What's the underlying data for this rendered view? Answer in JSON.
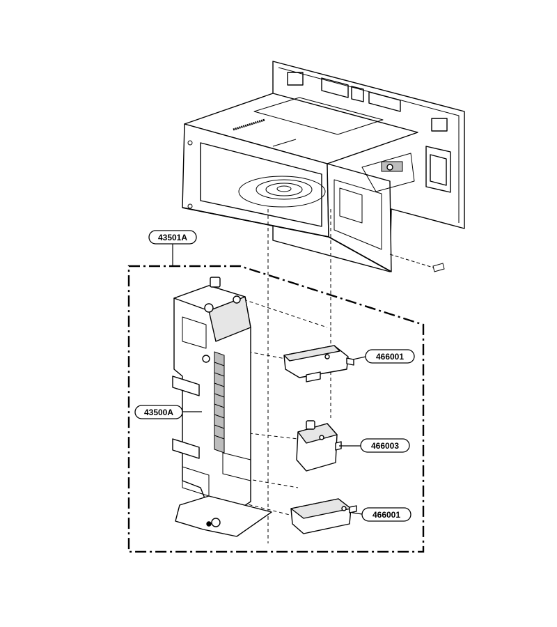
{
  "diagram": {
    "callouts": {
      "assembly": "43501A",
      "latch_board": "43500A",
      "switch_upper": "466001",
      "switch_middle": "466003",
      "switch_lower": "466001"
    },
    "colors": {
      "line": "#000000",
      "fill": "#ffffff",
      "shade": "#bdbdbd"
    }
  }
}
